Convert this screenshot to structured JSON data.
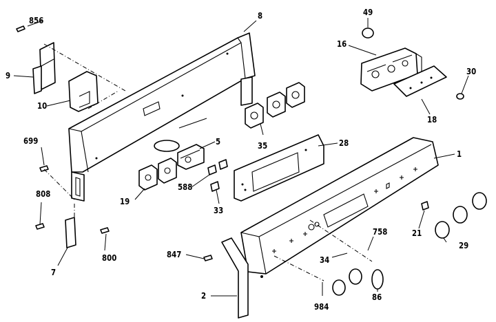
{
  "callouts": {
    "c856": "856",
    "c9": "9",
    "c10": "10",
    "c8": "8",
    "c49": "49",
    "c16": "16",
    "c30": "30",
    "c18": "18",
    "c699": "699",
    "c5": "5",
    "c35": "35",
    "c28": "28",
    "c1": "1",
    "c19": "19",
    "c588": "588",
    "c33": "33",
    "c808": "808",
    "c800": "800",
    "c7": "7",
    "c847": "847",
    "c34": "34",
    "c758": "758",
    "c21": "21",
    "c29": "29",
    "c2": "2",
    "c984": "984",
    "c86": "86"
  }
}
